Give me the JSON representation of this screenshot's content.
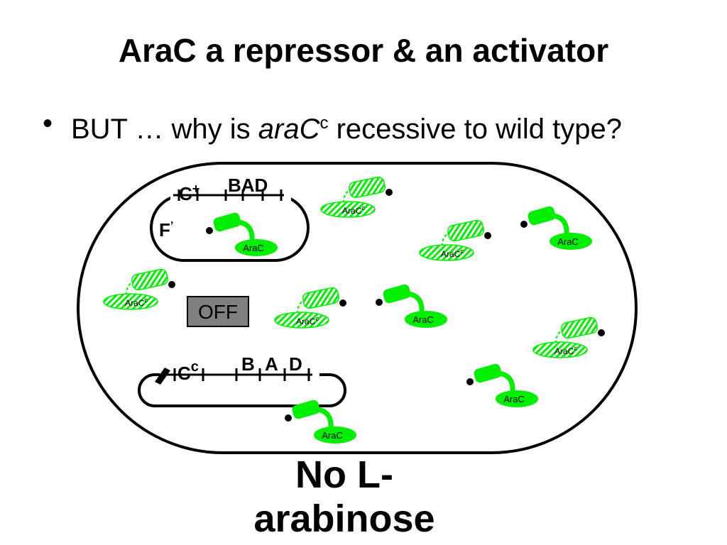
{
  "title": "AraC a repressor & an activator",
  "bullet": {
    "symbol": "•",
    "prefix": "BUT … why is ",
    "gene": "araC",
    "gene_superscript": "c",
    "suffix": " recessive to wild type?"
  },
  "f_plasmid": {
    "label": "F",
    "label_prime": "’",
    "gene_c": "C",
    "gene_c_super": "+",
    "genes_bad": "BAD"
  },
  "chromosome": {
    "gene_c": "C",
    "gene_c_super": "c",
    "gene_b": "B",
    "gene_a": "A",
    "gene_d": "D"
  },
  "status_box": "OFF",
  "protein_labels": {
    "wild_type": "AraC",
    "constitutive": "AraC",
    "constitutive_super": "c"
  },
  "footer": "No L-arabinose",
  "colors": {
    "protein_fill": "#00ee00",
    "box_fill": "#808080",
    "outline": "#000000"
  }
}
